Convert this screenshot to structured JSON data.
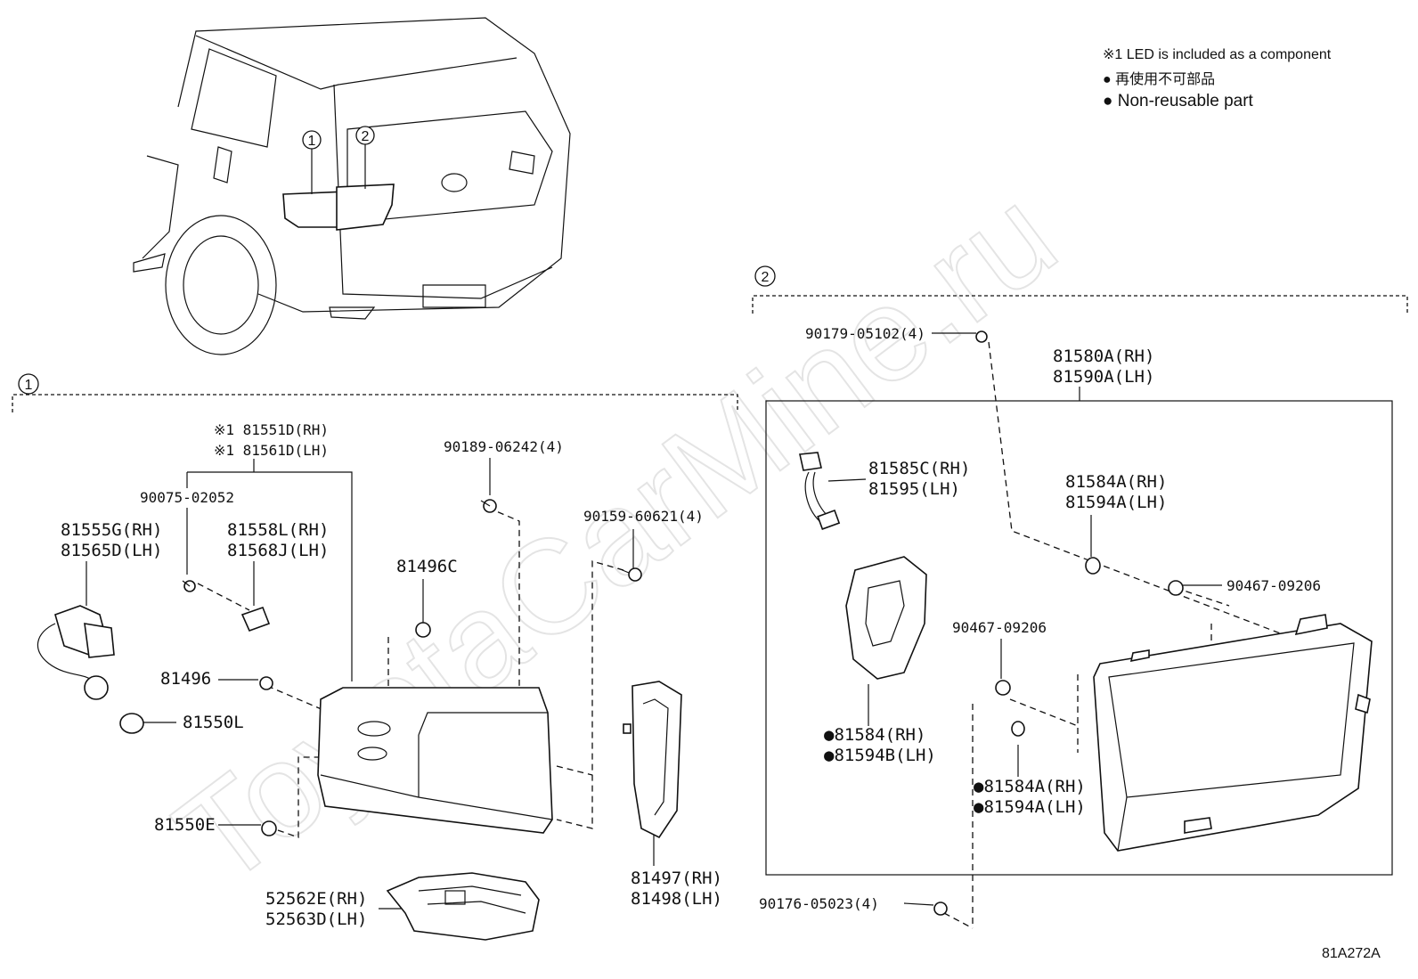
{
  "notes": {
    "led_note": "※1 LED is included as a component",
    "non_reusable_jp": "● 再使用不可部品",
    "non_reusable_en": "● Non-reusable part"
  },
  "watermark": "ToyotaCarMine.ru",
  "diagram_code": "81A272A",
  "callouts": {
    "one": "1",
    "two": "2"
  },
  "section1": {
    "p81551D_rh": "※1 81551D(RH)",
    "p81561D_lh": "※1 81561D(LH)",
    "p90075": "90075-02052",
    "p81555G_rh": "81555G(RH)",
    "p81565D_lh": "81565D(LH)",
    "p81558L_rh": "81558L(RH)",
    "p81568J_lh": "81568J(LH)",
    "p90189": "90189-06242(4)",
    "p90159": "90159-60621(4)",
    "p81496C": "81496C",
    "p81496": "81496",
    "p81550L": "81550L",
    "p81550E": "81550E",
    "p52562E_rh": "52562E(RH)",
    "p52563D_lh": "52563D(LH)",
    "p81497_rh": "81497(RH)",
    "p81498_lh": "81498(LH)"
  },
  "section2": {
    "p90179": "90179-05102(4)",
    "p81580A_rh": "81580A(RH)",
    "p81590A_lh": "81590A(LH)",
    "p81585C_rh": "81585C(RH)",
    "p81595_lh": "81595(LH)",
    "p81584A_rh_top": "81584A(RH)",
    "p81594A_lh_top": "81594A(LH)",
    "p90467_right": "90467-09206",
    "p90467_mid": "90467-09206",
    "p81584_rh": "●81584(RH)",
    "p81594B_lh": "●81594B(LH)",
    "p81584A_rh": "●81584A(RH)",
    "p81594A_lh": "●81594A(LH)",
    "p90176": "90176-05023(4)"
  }
}
